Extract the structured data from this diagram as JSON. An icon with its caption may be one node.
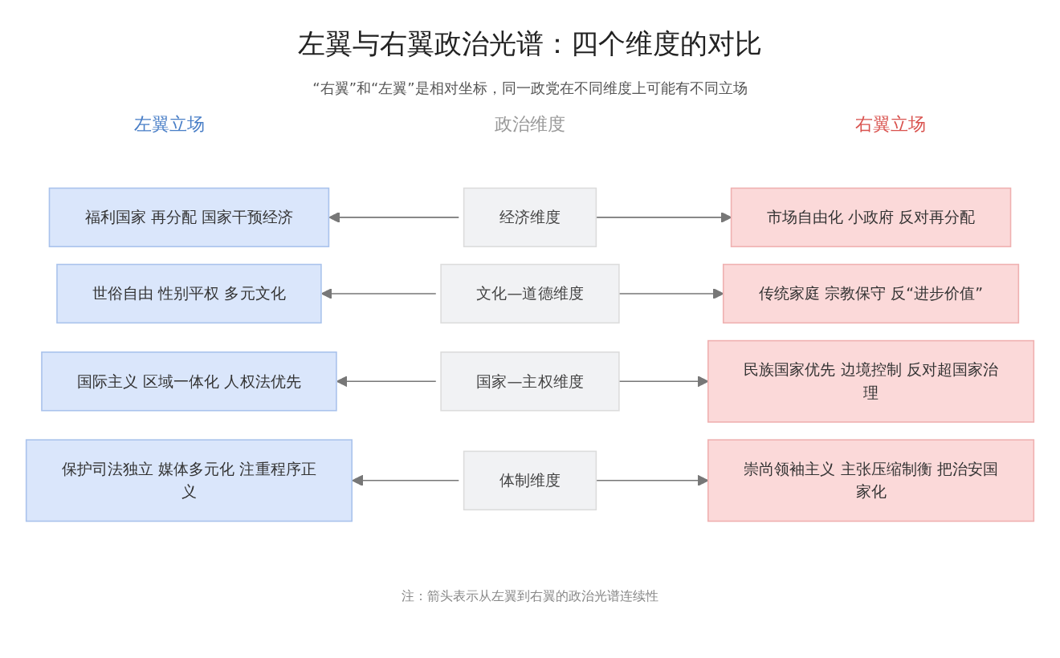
{
  "diagram": {
    "title": "左翼与右翼政治光谱：四个维度的对比",
    "nodes": [
      {
        "text": [
          "福利国家 再分配 国家干预经济"
        ]
      },
      {
        "text": [
          "世俗自由 性别平权 多元文化"
        ]
      },
      {
        "text": [
          "国际主义 区域一体化 人权法优先"
        ]
      },
      {
        "text": [
          "保护司法独立 媒体多元化 注重程序正义"
        ]
      },
      {
        "text": [
          "经济维度"
        ]
      },
      {
        "text": [
          "文化—道德维度"
        ]
      },
      {
        "text": [
          "国家—主权维度"
        ]
      },
      {
        "text": [
          "体制维度"
        ]
      },
      {
        "text": [
          "市场自由化 小政府 反对再分配"
        ]
      },
      {
        "text": [
          "传统家庭 宗教保守 反“进步价值”"
        ]
      },
      {
        "text": [
          "民族国家优先 边境控制 反对超国家治理"
        ]
      },
      {
        "text": [
          "崇尚领袖主义 主张压缩制衡 把治安国家化"
        ]
      }
    ],
    "edges": [
      {
        "from": 4,
        "to": 0,
        "arrow": "to"
      },
      {
        "from": 4,
        "to": 8,
        "arrow": "to"
      },
      {
        "from": 5,
        "to": 1,
        "arrow": "to"
      },
      {
        "from": 5,
        "to": 9,
        "arrow": "to"
      },
      {
        "from": 6,
        "to": 2,
        "arrow": "to"
      },
      {
        "from": 6,
        "to": 10,
        "arrow": "to"
      },
      {
        "from": 7,
        "to": 3,
        "arrow": "to"
      },
      {
        "from": 7,
        "to": 11,
        "arrow": "to"
      }
    ],
    "labels": [
      "“右翼”和“左翼”是相对坐标，同一政党在不同维度上可能有不同立场",
      "左翼立场",
      "政治维度",
      "右翼立场",
      "注：箭头表示从左翼到右翼的政治光谱连续性"
    ]
  }
}
